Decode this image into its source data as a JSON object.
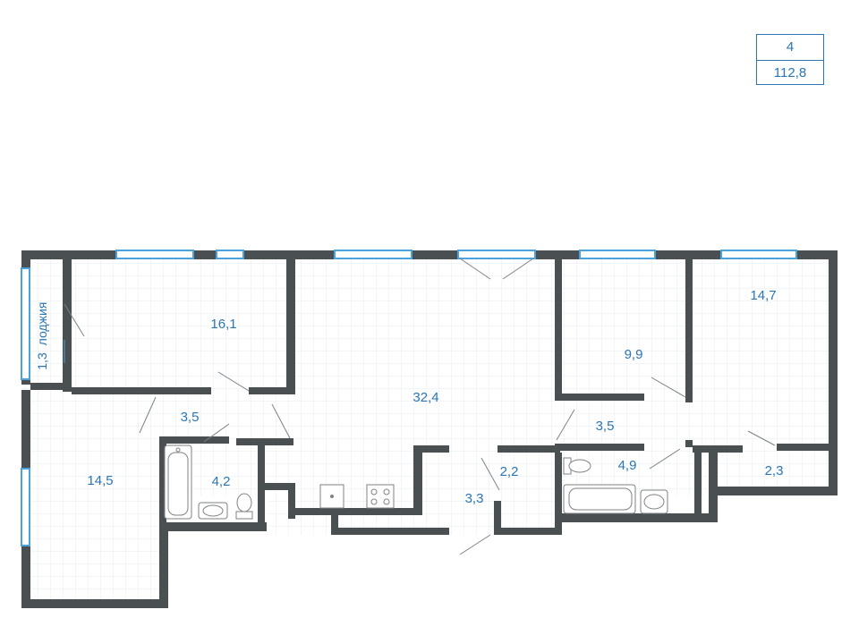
{
  "summary": {
    "rooms_count": "4",
    "total_area": "112,8"
  },
  "areas": {
    "loggia_word": "лоджия",
    "loggia_value": "1,3",
    "bedroom_1": "16,1",
    "living_kitchen": "32,4",
    "bedroom_2": "9,9",
    "bedroom_3": "14,7",
    "bedroom_4": "14,5",
    "hall_1": "3,5",
    "bath_1": "4,2",
    "hall_2": "3,5",
    "bath_2": "4,9",
    "storage_1": "2,2",
    "corridor": "3,3",
    "storage_2": "2,3"
  },
  "colors": {
    "wall": "#4a4f52",
    "accent": "#2a75b3",
    "window": "#4aa3df",
    "grid": "#e6edf3",
    "fixture": "#7d8285"
  }
}
